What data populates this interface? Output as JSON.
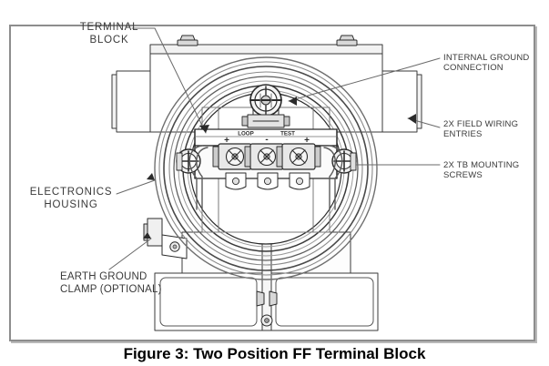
{
  "figure": {
    "caption": "Figure 3: Two Position FF Terminal Block",
    "image_type": "engineering-line-drawing",
    "subject": "Field transmitter electronics housing with fieldbus terminal block"
  },
  "callouts": {
    "terminal_block": "TERMINAL\nBLOCK",
    "electronics_housing": "ELECTRONICS\nHOUSING",
    "earth_ground_clamp": "EARTH GROUND\nCLAMP (OPTIONAL)",
    "internal_ground_connection": "INTERNAL GROUND\nCONNECTION",
    "field_wiring_entries": "2X FIELD WIRING\nENTRIES",
    "tb_mounting_screws": "2X TB MOUNTING\nSCREWS"
  },
  "terminal_block_markings": {
    "loop_label": "LOOP",
    "test_label": "TEST",
    "polarity_left": "+",
    "polarity_middle": "-",
    "polarity_right": "+"
  },
  "colors": {
    "frame_border": "#8d8d8d",
    "frame_shadow": "#b9b9b9",
    "line_dark": "#2b2b2b",
    "line_mid": "#555555",
    "line_light": "#8a8a8a",
    "callout_text": "#3a3a3a",
    "caption_text": "#000000",
    "fill_light": "#f2f2f2",
    "fill_mid": "#d8d8d8",
    "page_background": "#ffffff"
  }
}
